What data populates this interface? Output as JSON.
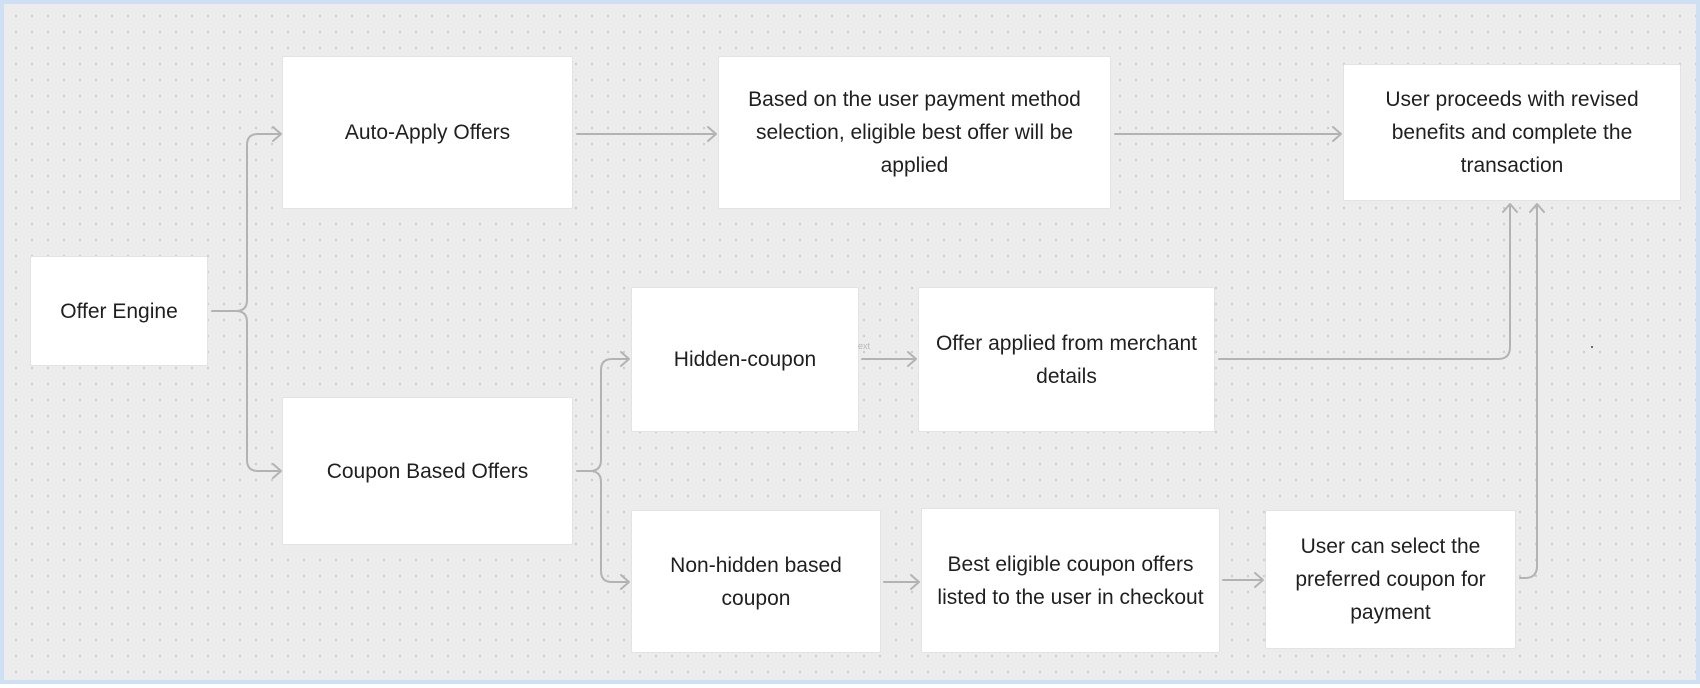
{
  "diagram": {
    "nodes": {
      "offer_engine": "Offer Engine",
      "auto_apply": "Auto-Apply Offers",
      "auto_apply_detail": "Based on the user payment method selection, eligible best offer will be applied",
      "user_proceeds": "User proceeds with revised benefits and complete the transaction",
      "coupon_based": "Coupon Based Offers",
      "hidden_coupon": "Hidden-coupon",
      "merchant_offer": "Offer applied from merchant details",
      "non_hidden": "Non-hidden based coupon",
      "best_eligible": "Best eligible coupon offers listed to the user in checkout",
      "user_select": "User can select the preferred coupon for payment"
    },
    "edge_label": "ext"
  },
  "colors": {
    "canvas_bg": "#ececec",
    "node_bg": "#ffffff",
    "connector": "#b3b3b3",
    "frame_border": "#cfe0f5"
  }
}
